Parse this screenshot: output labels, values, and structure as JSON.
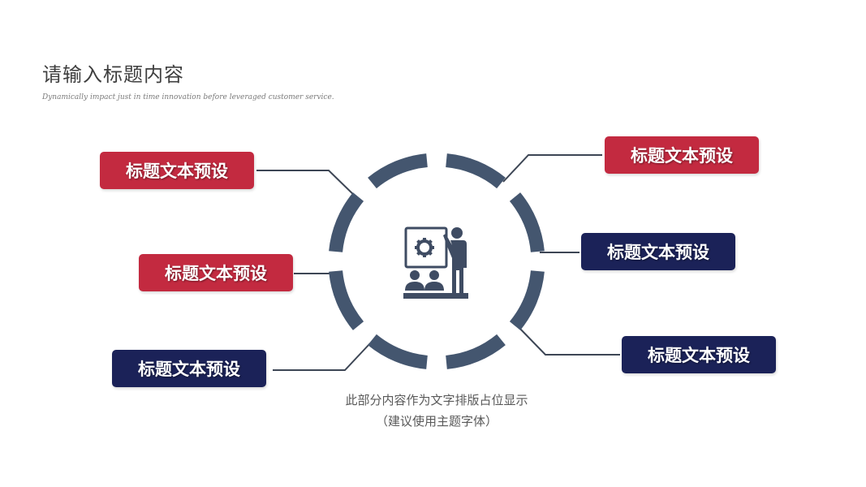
{
  "header": {
    "title": "请输入标题内容",
    "subtitle": "Dynamically impact just in time innovation before leveraged customer service."
  },
  "diagram": {
    "ring_color": "#44566f",
    "connector_color": "#3d4655",
    "center_icon": "presentation-teamwork-icon",
    "labels": [
      {
        "id": "left-top",
        "text": "标题文本预设",
        "color": "#c32a40"
      },
      {
        "id": "left-middle",
        "text": "标题文本预设",
        "color": "#c32a40"
      },
      {
        "id": "left-bottom",
        "text": "标题文本预设",
        "color": "#1b2258"
      },
      {
        "id": "right-top",
        "text": "标题文本预设",
        "color": "#c32a40"
      },
      {
        "id": "right-middle",
        "text": "标题文本预设",
        "color": "#1b2258"
      },
      {
        "id": "right-bottom",
        "text": "标题文本预设",
        "color": "#1b2258"
      }
    ]
  },
  "caption": {
    "line1": "此部分内容作为文字排版占位显示",
    "line2": "（建议使用主题字体）"
  }
}
